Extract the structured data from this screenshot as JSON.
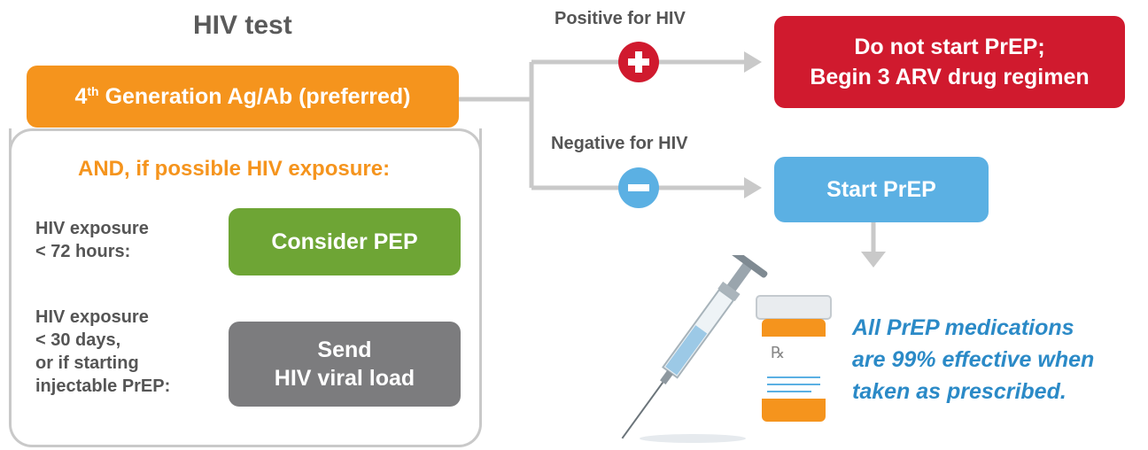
{
  "title": "HIV test",
  "test": {
    "label": "Generation Ag/Ab (preferred)",
    "prefix": "4",
    "sup": "th"
  },
  "and_heading": "AND, if possible HIV exposure:",
  "exposure_72": {
    "line1": "HIV exposure",
    "line2": "< 72 hours:"
  },
  "consider_pep": "Consider PEP",
  "exposure_30": {
    "line1": "HIV exposure",
    "line2": "< 30 days,",
    "line3": "or if starting",
    "line4": "injectable PrEP:"
  },
  "viral_load": {
    "line1": "Send",
    "line2": "HIV viral load"
  },
  "positive": {
    "label": "Positive for HIV",
    "symbol": "+"
  },
  "negative": {
    "label": "Negative for HIV",
    "symbol": "−"
  },
  "do_not_start": {
    "line1": "Do not start PrEP;",
    "line2": "Begin 3 ARV drug regimen"
  },
  "start_prep": "Start PrEP",
  "rx_symbol": "℞",
  "quote": {
    "line1": "All PrEP medications",
    "line2": "are 99% effective when",
    "line3": "taken as prescribed."
  },
  "colors": {
    "orange": "#f5941d",
    "red": "#d01a2e",
    "green": "#6ea535",
    "gray": "#7c7c7e",
    "blue": "#5bb0e3",
    "connector": "#c9c9c9",
    "quote": "#2b8ac7"
  }
}
